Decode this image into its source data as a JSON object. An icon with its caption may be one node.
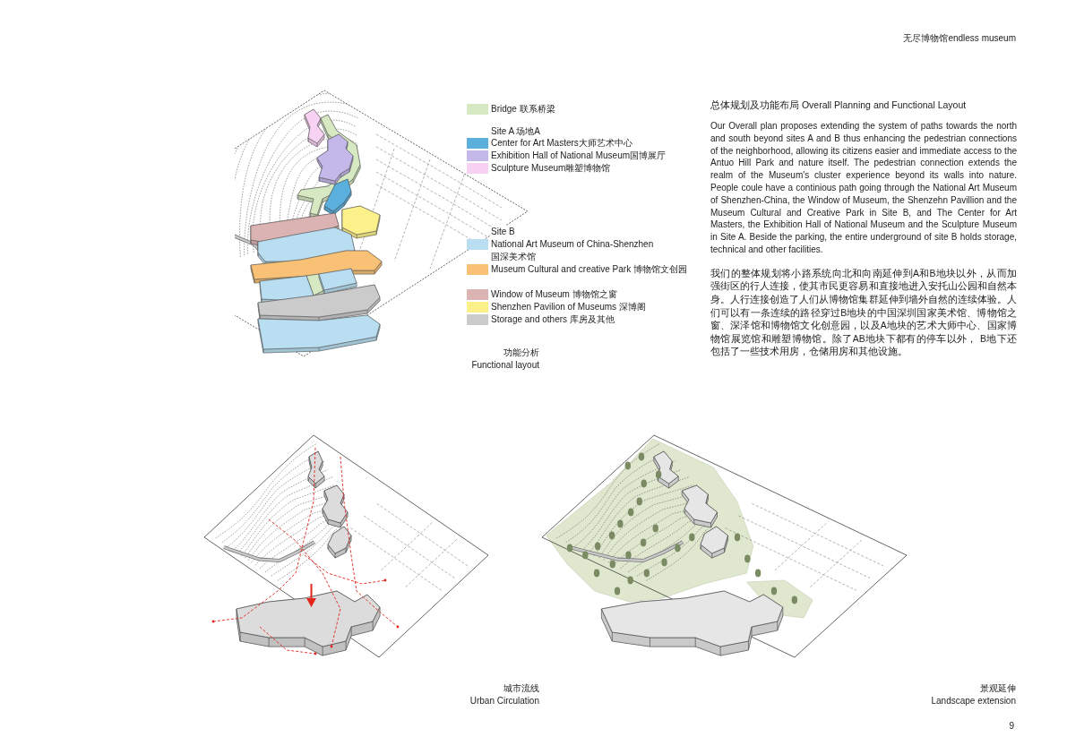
{
  "diagram": {
    "title": "总体规划及功能布局 Overall Planning and Functional Layout",
    "labels": [
      "无尽博物馆endless museum",
      "Site A 场地A",
      "Site B",
      "功能分析",
      "Functional layout",
      "Our Overall plan proposes extending the system of paths towards the north and south beyond sites A and B thus enhancing the pedestrian connections of the neighborhood, allowing its citizens easier and immediate access to the Antuo Hill Park and nature itself. The pedestrian connection extends the realm of the Museum's cluster experience beyond its walls into nature. People coule have a continious path going through the National Art Museum of Shenzhen-China, the Window of Museum, the Shenzehn Pavillion and the Museum Cultural and Creative Park in Site B, and The Center for Art Masters, the Exhibition Hall of National Museum and the Sculpture Museum in Site A. Beside the parking, the entire underground of site B holds storage, technical and other facilities.",
      "我们的整体规划将小路系统向北和向南延伸到A和B地块以外，从而加强街区的行人连接，使其市民更容易和直接地进入安托山公园和自然本身。人行连接创造了人们从博物馆集群延伸到墙外自然的连续体验。人们可以有一条连续的路径穿过B地块的中国深圳国家美术馆、博物馆之窗、深泽馆和博物馆文化创意园，以及A地块的艺术大师中心、国家博物馆展览馆和雕塑博物馆。除了AB地块下都有的停车以外， B地下还包括了一些技术用房，仓储用房和其他设施。",
      "城市流线",
      "Urban Circulation",
      "景观延伸",
      "Landscape extension",
      "9"
    ],
    "legend": [
      {
        "text": "Bridge 联系桥梁",
        "color": "#d6e9c2"
      },
      {
        "text": "Center for Art Masters大师艺术中心",
        "color": "#5aafdd"
      },
      {
        "text": "Exhibition Hall of National Museum国博展厅",
        "color": "#c4b8ea"
      },
      {
        "text": "Sculpture Museum雕塑博物馆",
        "color": "#f7d2f2"
      },
      {
        "text": "National Art Museum of China-Shenzhen 国深美术馆",
        "color": "#b9def1"
      },
      {
        "text": "Museum Cultural and creative Park 博物馆文创园",
        "color": "#f8c176"
      },
      {
        "text": "Window of Museum 博物馆之窗",
        "color": "#dcb3b3"
      },
      {
        "text": "Shenzhen Pavilion of Museums 深博阁",
        "color": "#fbf08a"
      },
      {
        "text": "Storage and others 库房及其他",
        "color": "#cbcbcb"
      }
    ]
  }
}
